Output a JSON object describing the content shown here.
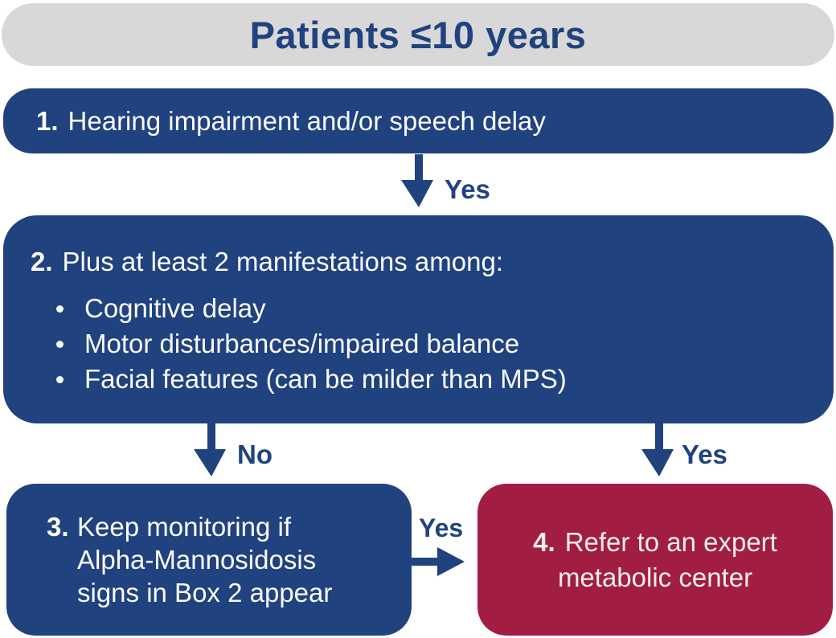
{
  "palette": {
    "box_blue": "#20427e",
    "box_red": "#a11d42",
    "banner_gray": "#d8d8d8",
    "label_blue": "#20427e",
    "text_on_blue": "#fbfbfd",
    "text_on_red": "#f6f0e7"
  },
  "header": {
    "title": "Patients ≤10 years"
  },
  "boxes": {
    "box1": {
      "number": "1.",
      "text": "Hearing impairment and/or speech delay"
    },
    "box2": {
      "number": "2.",
      "heading": "Plus at least 2 manifestations among:",
      "bullets": [
        "Cognitive delay",
        "Motor disturbances/impaired balance",
        "Facial features (can be milder than MPS)"
      ]
    },
    "box3": {
      "number": "3.",
      "lines": [
        "Keep monitoring if",
        "Alpha-Mannosidosis",
        "signs in Box 2 appear"
      ]
    },
    "box4": {
      "number": "4.",
      "lines": [
        "Refer to an expert",
        "metabolic center"
      ]
    }
  },
  "connectors": {
    "box1_to_box2_label": "Yes",
    "box2_to_box3_label": "No",
    "box2_to_box4_label": "Yes",
    "box3_to_box4_label": "Yes"
  }
}
